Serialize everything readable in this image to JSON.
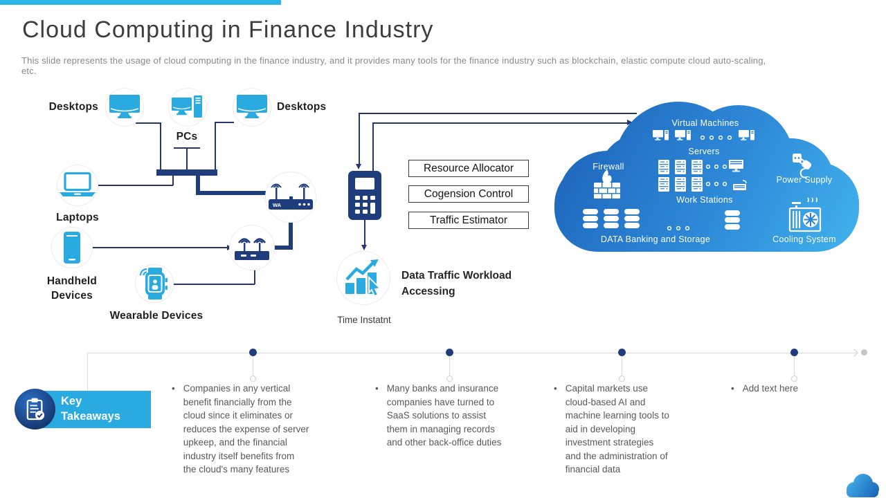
{
  "header": {
    "title": "Cloud Computing in Finance Industry",
    "subtitle": "This slide represents the usage of cloud computing in the finance industry, and it provides many tools for the finance industry such as blockchain, elastic compute cloud auto-scaling, etc."
  },
  "network": {
    "desktops_left": "Desktops",
    "pcs": "PCs",
    "desktops_right": "Desktops",
    "laptops": "Laptops",
    "handheld": "Handheld Devices",
    "wearable": "Wearable Devices",
    "router_label": "WA"
  },
  "middle": {
    "boxes": [
      "Resource Allocator",
      "Cogension Control",
      "Traffic Estimator"
    ],
    "workload": "Data Traffic Workload Accessing",
    "time": "Time Instatnt"
  },
  "cloud": {
    "virtual_machines": "Virtual Machines",
    "servers": "Servers",
    "firewall": "Firewall",
    "power_supply": "Power Supply",
    "work_stations": "Work Stations",
    "data_banking": "DATA Banking and Storage",
    "cooling": "Cooling System"
  },
  "takeaways": {
    "heading_line1": "Key",
    "heading_line2": "Takeaways",
    "bullets": [
      "Companies in any vertical\nbenefit financially from the\ncloud since it eliminates or\nreduces the expense of server\nupkeep, and the financial\nindustry itself benefits from\nthe cloud's many features",
      "Many banks and insurance\ncompanies have turned to\nSaaS solutions to assist\nthem in managing records\nand other back-office duties",
      "Capital markets use\ncloud-based AI and\nmachine learning tools to\naid in developing\ninvestment strategies\nand the administration of\nfinancial data",
      "Add text here"
    ]
  },
  "colors": {
    "accent_cyan": "#29abe2",
    "navy": "#1f3d7d",
    "cloud_gradient_start": "#1d64bb",
    "cloud_gradient_end": "#41b2ec"
  }
}
